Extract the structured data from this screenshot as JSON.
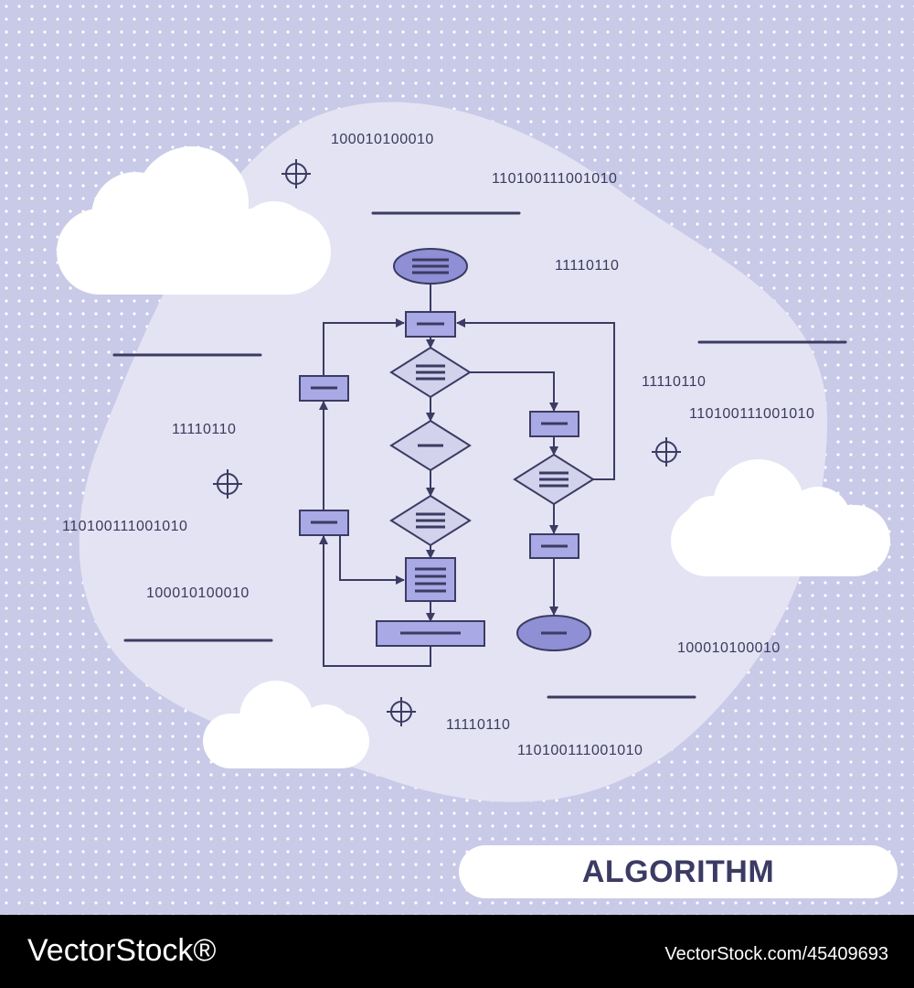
{
  "title": "ALGORITHM",
  "binary_labels": [
    "100010100010",
    "110100111001010",
    "11110110",
    "11110110",
    "110100111001010",
    "11110110",
    "110100111001010",
    "100010100010",
    "100010100010",
    "11110110",
    "110100111001010"
  ],
  "footer": {
    "logo": "VectorStock®",
    "image_id": "VectorStock.com/45409693"
  },
  "colors": {
    "background": "#c9c9e8",
    "blob": "#e3e3f3",
    "node_fill": "#a9a9e6",
    "node_fill_dark": "#8f8fd6",
    "decision_fill": "#d2d2ec",
    "stroke": "#3b3b63",
    "cloud": "#ffffff"
  }
}
